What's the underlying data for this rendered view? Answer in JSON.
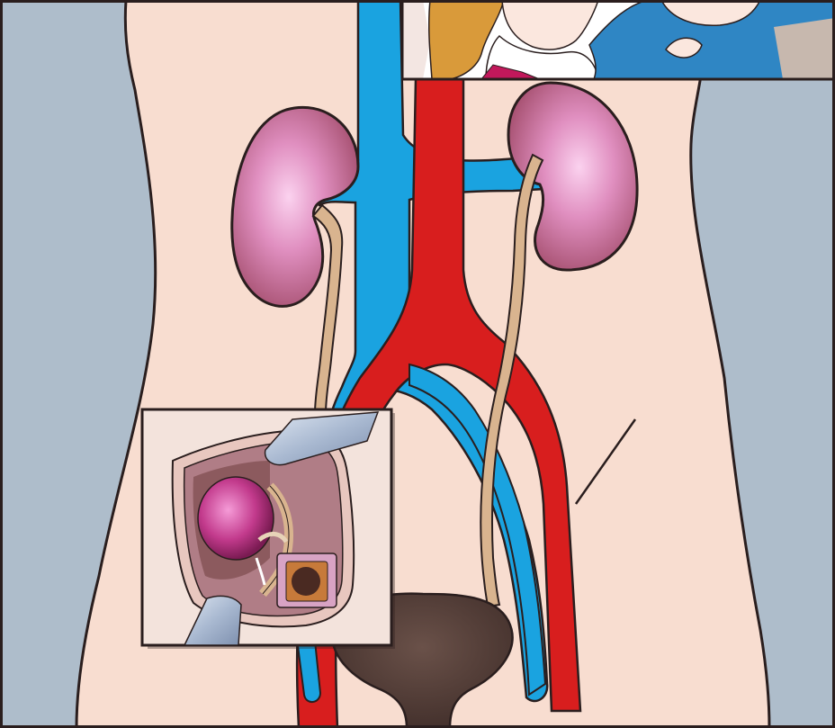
{
  "figure": {
    "labels": [],
    "colors": {
      "background": "#aebdcb",
      "skin": "#f8ddd0",
      "outline": "#2a1e1e",
      "artery": "#d81e1e",
      "vein": "#1aa3e0",
      "ureter": "#d9b48f",
      "kidney": "#b65a7e",
      "kidney_highlight": "#f7c0e4",
      "bladder": "#4f3a35",
      "inset_tissue": "#b07d86",
      "retractor": "#9fb0c8"
    },
    "structures": [
      "torso",
      "left-kidney",
      "right-kidney",
      "aorta",
      "inferior-vena-cava",
      "left-ureter",
      "right-ureter",
      "bladder",
      "surgical-inset",
      "top-inset-illustration"
    ]
  }
}
